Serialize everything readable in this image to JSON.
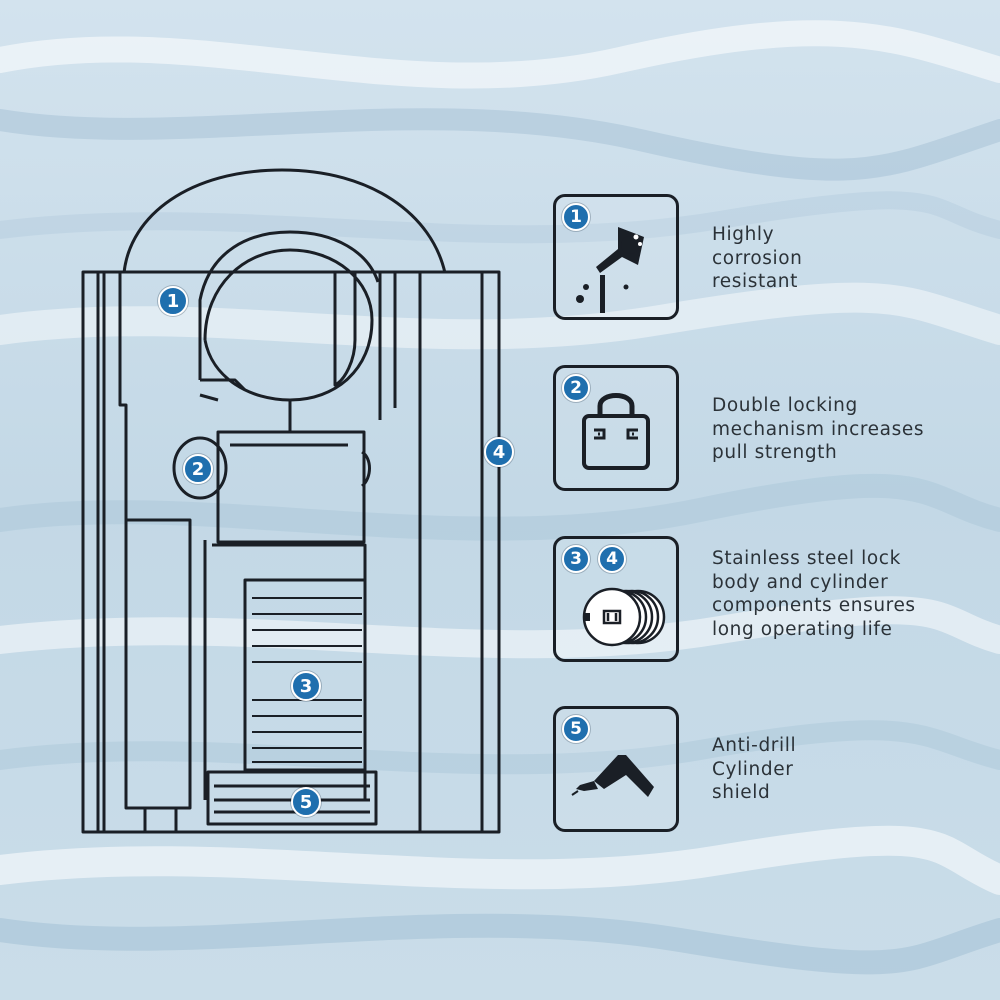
{
  "colors": {
    "badge_fill": "#1f6fae",
    "line": "#1a1f26",
    "text": "#2b3238",
    "background": "#c9dce8"
  },
  "diagram": {
    "callouts": [
      "1",
      "2",
      "3",
      "4",
      "5"
    ]
  },
  "features": [
    {
      "badges": [
        "1"
      ],
      "icon": "chemical-flask-pouring-icon",
      "lines": [
        "Highly",
        "corrosion",
        "resistant"
      ]
    },
    {
      "badges": [
        "2"
      ],
      "icon": "padlock-icon",
      "lines": [
        "Double locking",
        "mechanism increases",
        "pull strength"
      ]
    },
    {
      "badges": [
        "3",
        "4"
      ],
      "icon": "lock-discs-icon",
      "lines": [
        "Stainless steel lock",
        "body and cylinder",
        "components ensures",
        "long operating life"
      ]
    },
    {
      "badges": [
        "5"
      ],
      "icon": "drill-icon",
      "lines": [
        "Anti-drill",
        "Cylinder",
        "shield"
      ]
    }
  ]
}
